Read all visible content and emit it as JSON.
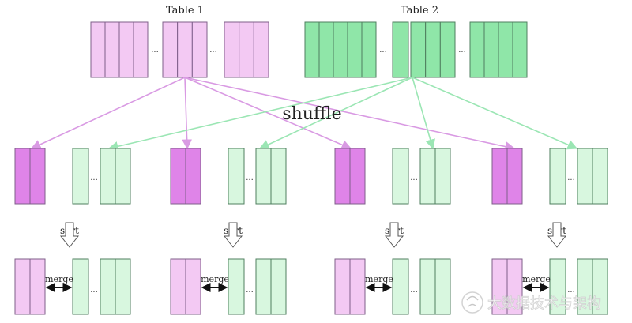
{
  "labels": {
    "table1": "Table 1",
    "table2": "Table 2",
    "shuffle": "shuffle",
    "sort": "sort",
    "merge": "merge",
    "ellipsis": "..."
  },
  "watermark": {
    "text": "大数据技术与架构"
  },
  "colors": {
    "pink_fill": "#f3c9f3",
    "pink_dark": "#df84e8",
    "pink_stroke": "#7f5f8a",
    "green_fill": "#8fe6a8",
    "green_light": "#d8f7df",
    "green_stroke": "#4f7f5f",
    "pink_arrow": "#d99ae3",
    "green_arrow": "#9be6b4",
    "merge_arrow": "#111111"
  }
}
